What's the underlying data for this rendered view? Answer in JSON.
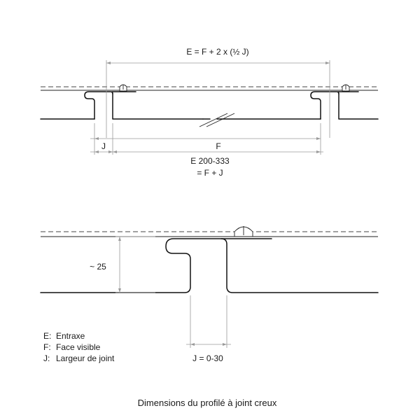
{
  "top_formula": "E = F + 2 x (½ J)",
  "label_j": "J",
  "label_f": "F",
  "entraxe_line1": "E 200-333",
  "entraxe_line2": "= F + J",
  "depth_label": "~ 25",
  "joint_label": "J = 0-30",
  "legend": [
    {
      "key": "E:",
      "text": "Entraxe"
    },
    {
      "key": "F:",
      "text": "Face visible"
    },
    {
      "key": "J:",
      "text": "Largeur de joint"
    }
  ],
  "caption": "Dimensions du profilé à joint creux",
  "colors": {
    "line": "#111111",
    "dimension": "#9a9a9a"
  }
}
